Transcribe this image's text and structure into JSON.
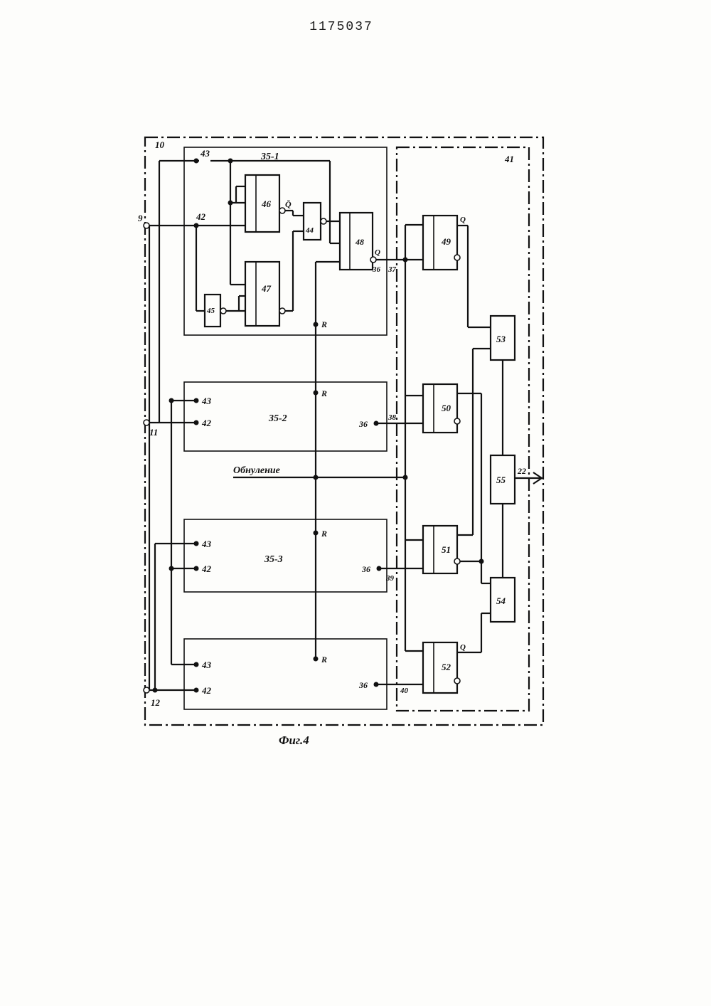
{
  "document": {
    "number": "1175037",
    "caption": "Фиг.4"
  },
  "diagram": {
    "outer_block_label": "10",
    "right_block_label": "41",
    "terminals": {
      "t9": "9",
      "t11": "11",
      "t12": "12"
    },
    "unit_1": {
      "label": "35-1",
      "in43": "43",
      "in42": "42",
      "reset": "R",
      "out": "36",
      "gates": {
        "g45": "45",
        "g46": "46",
        "g47": "47",
        "g44": "44",
        "g48": "48"
      },
      "q_bar": "Q̄",
      "q48": "Q"
    },
    "unit_2": {
      "label": "35-2",
      "in43": "43",
      "in42": "42",
      "reset": "R",
      "out": "36"
    },
    "unit_3": {
      "label": "35-3",
      "in43": "43",
      "in42": "42",
      "reset": "R",
      "out": "36"
    },
    "unit_4": {
      "in43": "43",
      "in42": "42",
      "reset": "R",
      "out": "36"
    },
    "links": {
      "l37": "37",
      "l38": "38",
      "l39": "39",
      "l40": "40"
    },
    "triggers": {
      "t49": "49",
      "t50": "50",
      "t51": "51",
      "t52": "52"
    },
    "q_labels": {
      "q49": "Q",
      "q52": "Q"
    },
    "logic": {
      "b53": "53",
      "b54": "54",
      "b55": "55"
    },
    "output": "22",
    "reset_line": "Обнуление"
  }
}
